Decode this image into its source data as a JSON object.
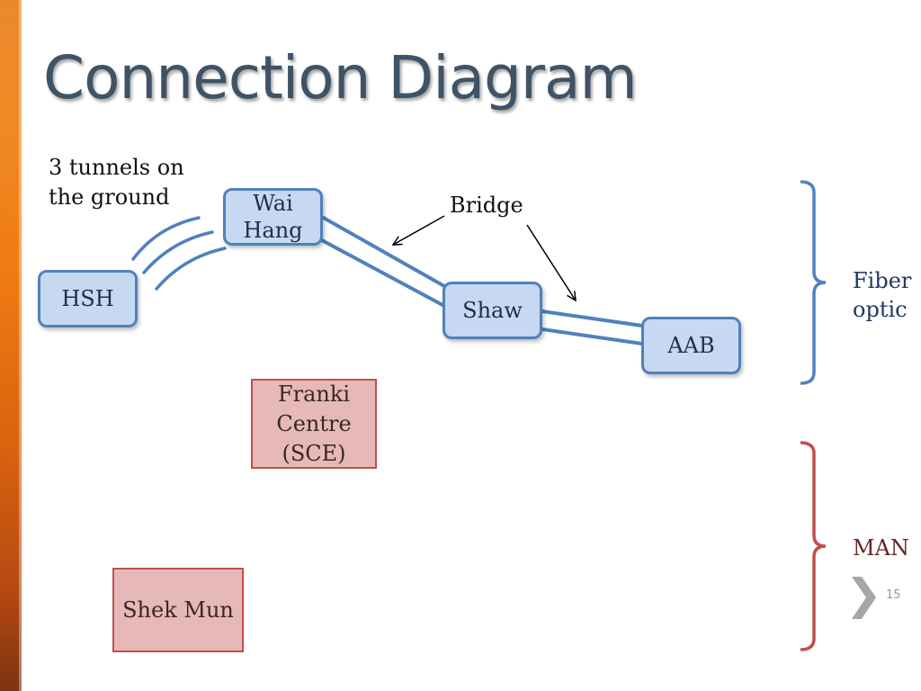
{
  "slide": {
    "title": "Connection Diagram",
    "page_number": "15"
  },
  "annotations": {
    "tunnels_note": "3 tunnels on the ground",
    "bridge_label": "Bridge"
  },
  "nodes": {
    "hsh": "HSH",
    "wai_hang": [
      "Wai",
      "Hang"
    ],
    "shaw": "Shaw",
    "aab": "AAB",
    "franki_centre": [
      "Franki",
      "Centre",
      "(SCE)"
    ],
    "shek_mun": "Shek Mun"
  },
  "groups": {
    "fiber_optic": [
      "Fiber",
      "optic"
    ],
    "man": "MAN"
  },
  "colors": {
    "title": "#3f5366",
    "blue_fill": "#c6d9f1",
    "blue_border": "#4f81bd",
    "red_fill": "#e6b9b8",
    "red_border": "#c0504d",
    "fiber_label": "#1f3864",
    "man_label": "#632523"
  }
}
